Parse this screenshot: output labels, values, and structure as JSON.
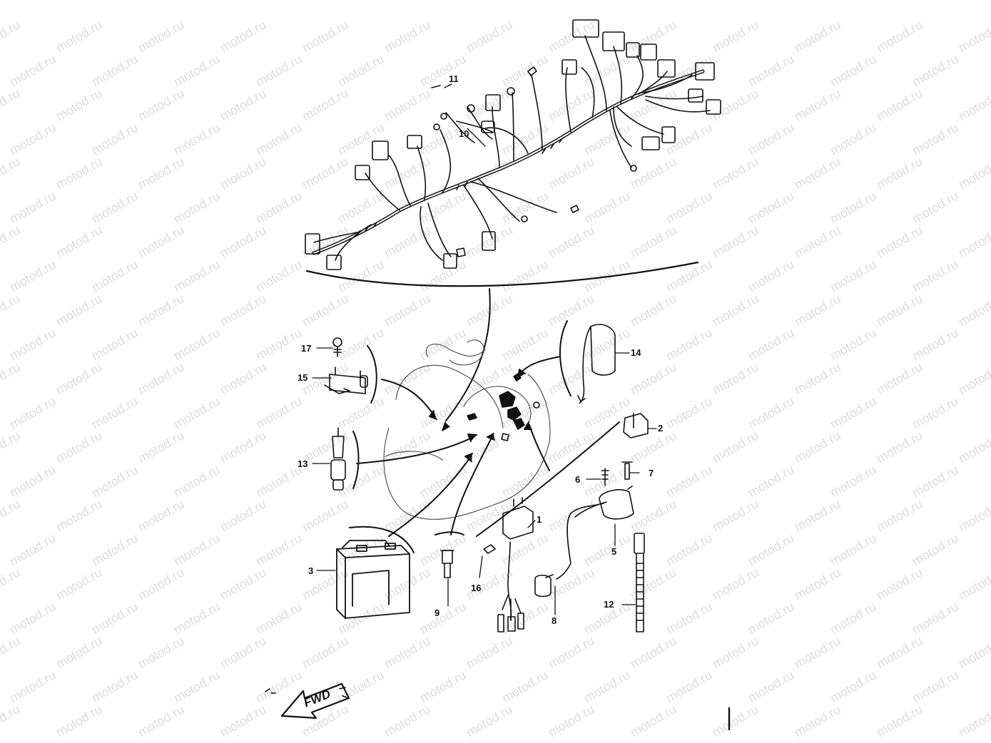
{
  "watermark": "motod.ru",
  "callouts": {
    "c1": "1",
    "c2": "2",
    "c3": "3",
    "c5": "5",
    "c6": "6",
    "c7": "7",
    "c8": "8",
    "c9": "9",
    "c10": "10",
    "c11": "11",
    "c12": "12",
    "c13": "13",
    "c14": "14",
    "c15": "15",
    "c16": "16",
    "c17": "17"
  },
  "fwd_label": "FWD"
}
